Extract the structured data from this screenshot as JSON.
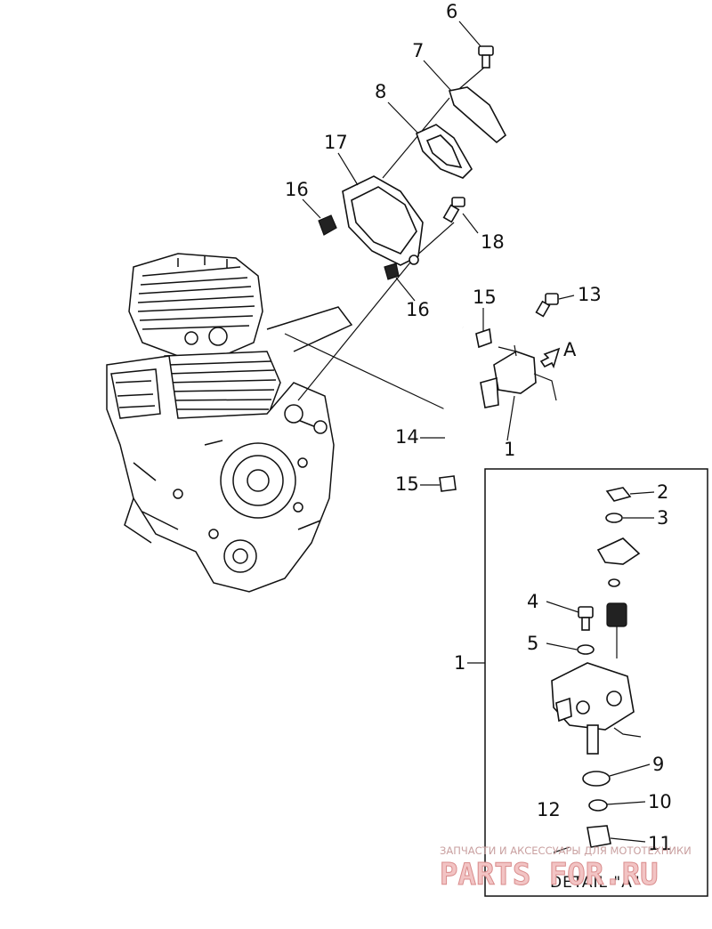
{
  "callouts": {
    "p1": "1",
    "p2": "2",
    "p3": "3",
    "p4": "4",
    "p5": "5",
    "p6": "6",
    "p7": "7",
    "p8": "8",
    "p9": "9",
    "p10": "10",
    "p11": "11",
    "p12": "12",
    "p13": "13",
    "p14": "14",
    "p15a": "15",
    "p15b": "15",
    "p16a": "16",
    "p16b": "16",
    "p17": "17",
    "p18": "18",
    "detail_ref": "A",
    "detail_box_ref": "1"
  },
  "detail": {
    "title": "DETAIL \"A\""
  },
  "watermark": {
    "caption": "ЗАПЧАСТИ И АКСЕССУАРЫ ДЛЯ МОТОТЕХНИКИ",
    "logo": "PARTS FOR.RU"
  }
}
